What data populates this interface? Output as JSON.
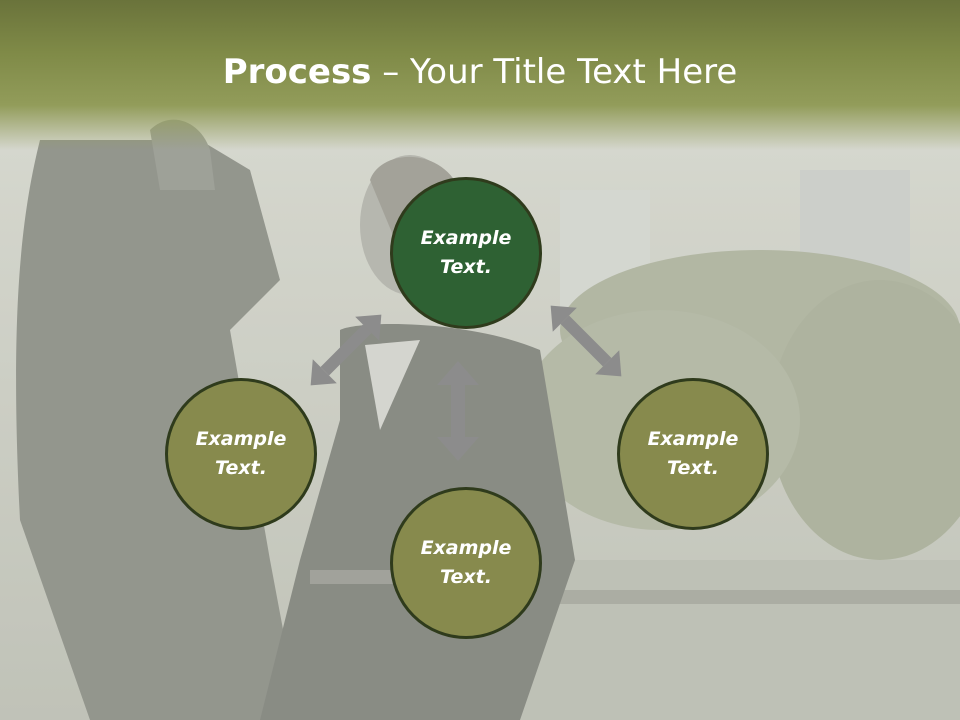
{
  "slide": {
    "title_bold": "Process",
    "title_rest": " – Your Title Text Here",
    "colors": {
      "title_bar": "#7f8a47",
      "main_node": "#2e6133",
      "secondary_node": "#878a4d",
      "arrow": "#8c8c8c"
    }
  },
  "nodes": [
    {
      "line1": "Example",
      "line2": "Text."
    },
    {
      "line1": "Example",
      "line2": "Text."
    },
    {
      "line1": "Example",
      "line2": "Text."
    },
    {
      "line1": "Example",
      "line2": "Text."
    }
  ]
}
